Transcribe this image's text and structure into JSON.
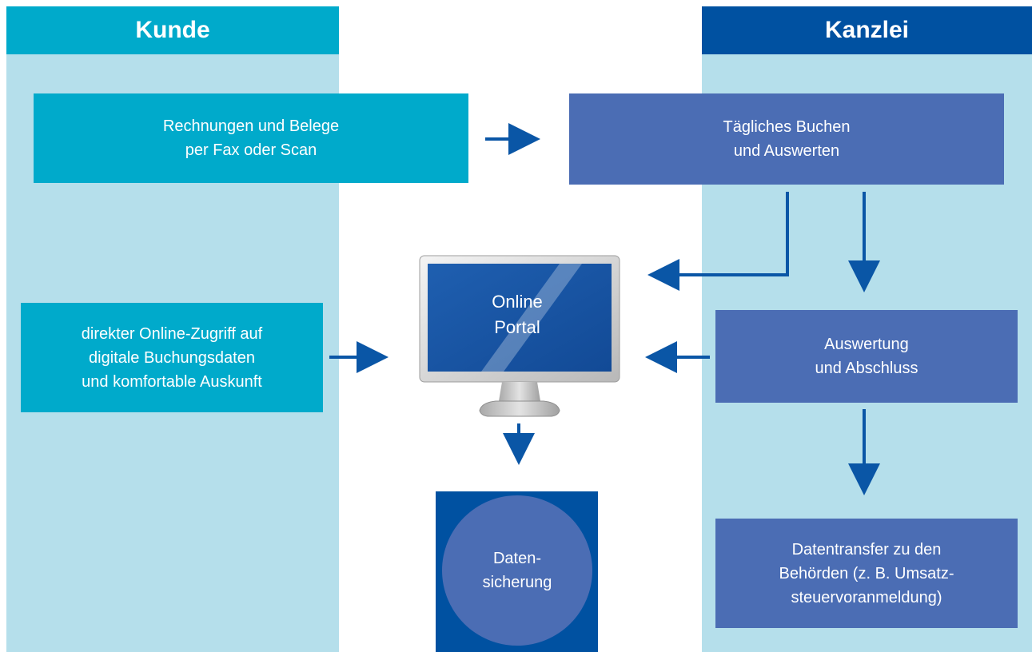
{
  "colors": {
    "column_bg": "#b5dfeb",
    "kunde_header": "#00aacb",
    "kanzlei_header": "#0051a1",
    "kunde_box": "#00aacb",
    "kanzlei_box": "#4b6db4",
    "arrow": "#0a56a6",
    "backup_square": "#0051a1",
    "backup_circle": "#4b6db4"
  },
  "columns": {
    "kunde": {
      "title": "Kunde"
    },
    "kanzlei": {
      "title": "Kanzlei"
    }
  },
  "kunde": {
    "rechnungen": [
      "Rechnungen und Belege",
      "per Fax oder Scan"
    ],
    "zugriff": [
      "direkter Online-Zugriff auf",
      "digitale Buchungsdaten",
      "und komfortable Auskunft"
    ]
  },
  "kanzlei": {
    "buchen": [
      "Tägliches Buchen",
      "und Auswerten"
    ],
    "auswertung": [
      "Auswertung",
      "und Abschluss"
    ],
    "datentransfer": [
      "Datentransfer zu den",
      "Behörden (z. B. Umsatz-",
      "steuervoranmeldung)"
    ]
  },
  "portal": {
    "screen_lines": [
      "Online",
      "Portal"
    ],
    "icon": "monitor-icon"
  },
  "backup": {
    "lines": [
      "Daten-",
      "sicherung"
    ]
  }
}
